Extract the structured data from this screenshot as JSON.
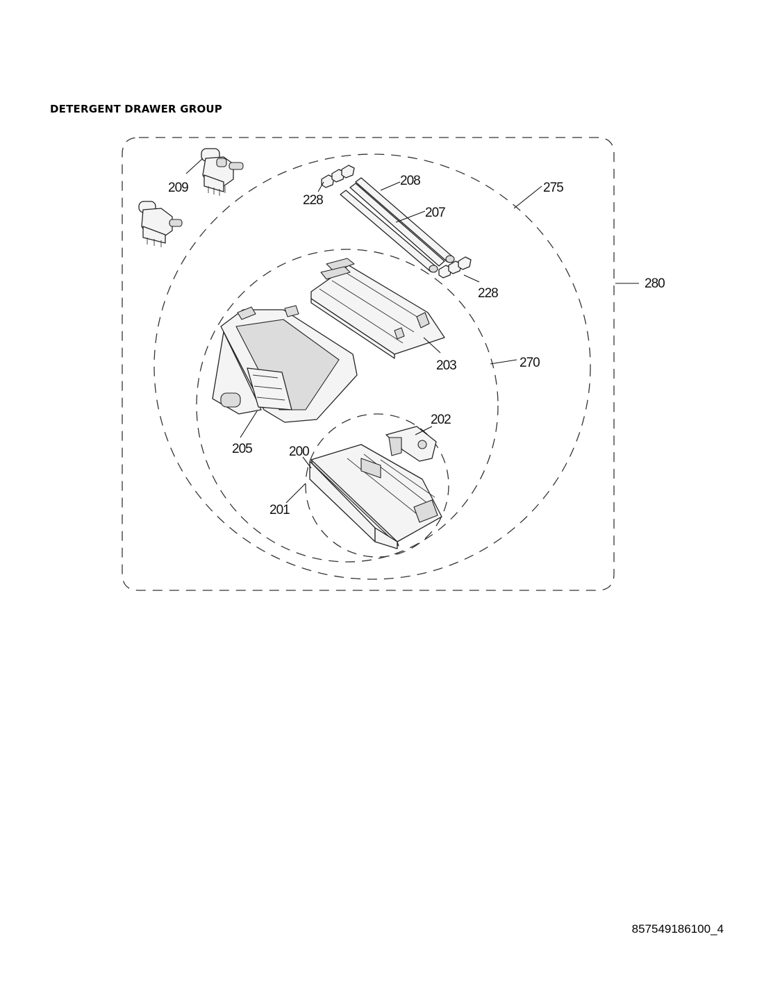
{
  "title": "DETERGENT DRAWER GROUP",
  "document_number": "857549186100_4",
  "callouts": {
    "c200": "200",
    "c201": "201",
    "c202": "202",
    "c203": "203",
    "c205": "205",
    "c207": "207",
    "c208": "208",
    "c209": "209",
    "c228a": "228",
    "c228b": "228",
    "c270": "270",
    "c275": "275",
    "c280": "280"
  }
}
